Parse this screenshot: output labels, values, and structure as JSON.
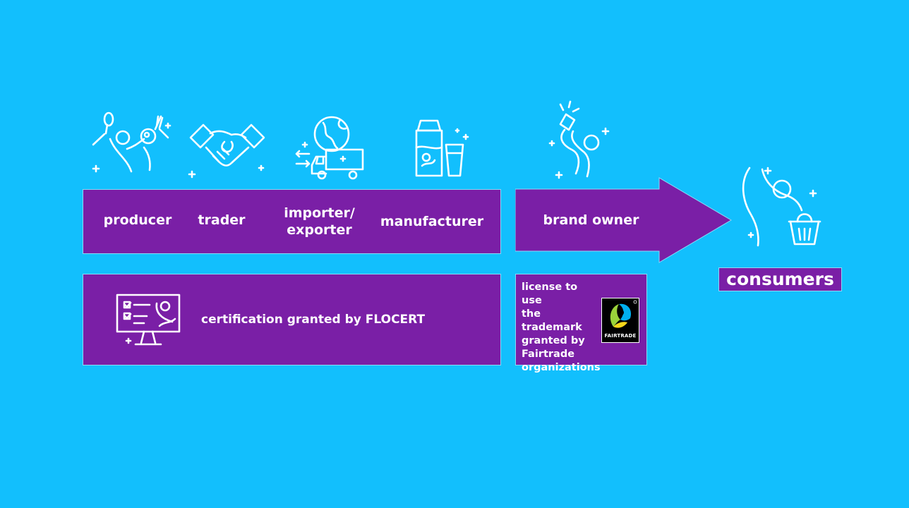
{
  "chain": {
    "producer": "producer",
    "trader": "trader",
    "importer_exporter": "importer/\nexporter",
    "manufacturer": "manufacturer",
    "brand_owner": "brand owner"
  },
  "certification": {
    "label": "certification granted by FLOCERT"
  },
  "license": {
    "label": "license to use\nthe\ntrademark\ngranted by\nFairtrade\norganizations",
    "mark_text": "FAIRTRADE"
  },
  "consumers": {
    "label": "consumers"
  },
  "colors": {
    "background": "#12BFFD",
    "bar": "#7A1FA6",
    "text": "#FFFFFF",
    "mark_green": "#9BD33A",
    "mark_blue": "#00B0EF",
    "mark_yellow": "#F5D61A"
  }
}
